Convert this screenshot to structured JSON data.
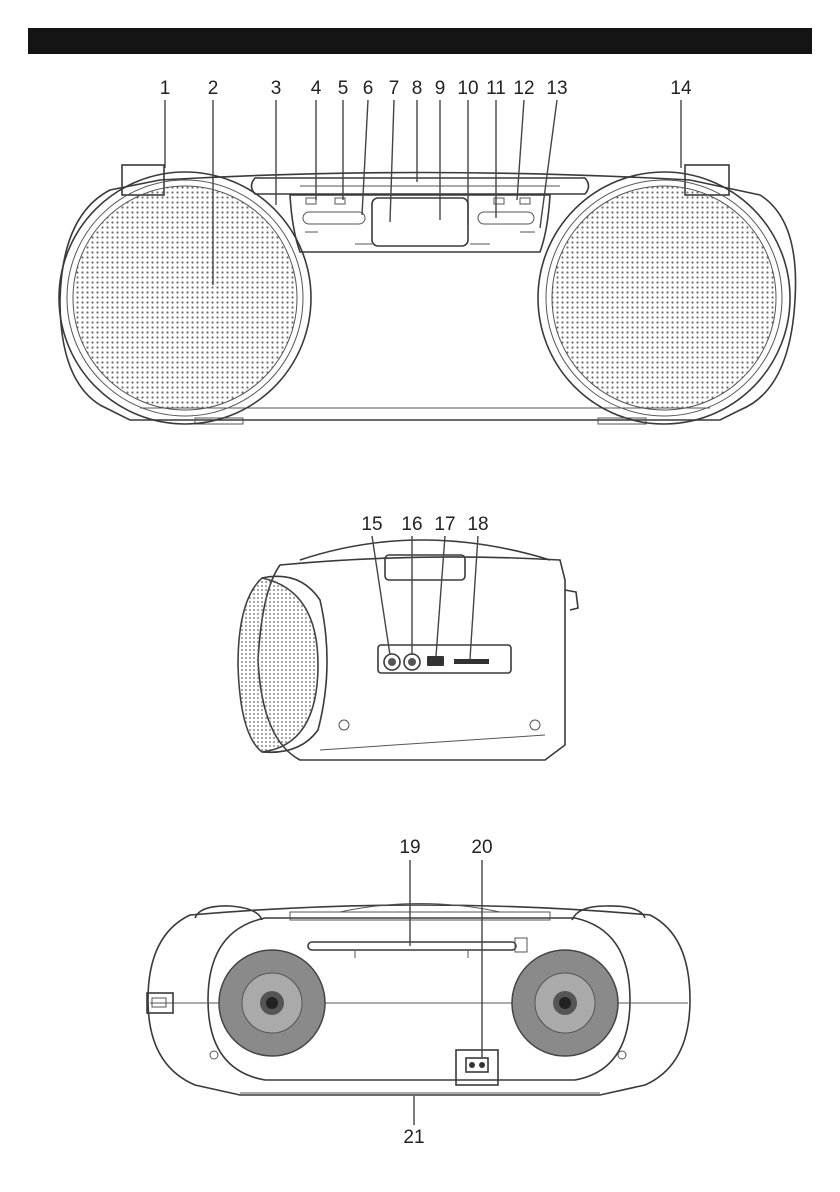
{
  "front_callouts": [
    "1",
    "2",
    "3",
    "4",
    "5",
    "6",
    "7",
    "8",
    "9",
    "10",
    "11",
    "12",
    "13",
    "14"
  ],
  "side_callouts": [
    "15",
    "16",
    "17",
    "18"
  ],
  "back_callouts": [
    "19",
    "20",
    "21"
  ]
}
